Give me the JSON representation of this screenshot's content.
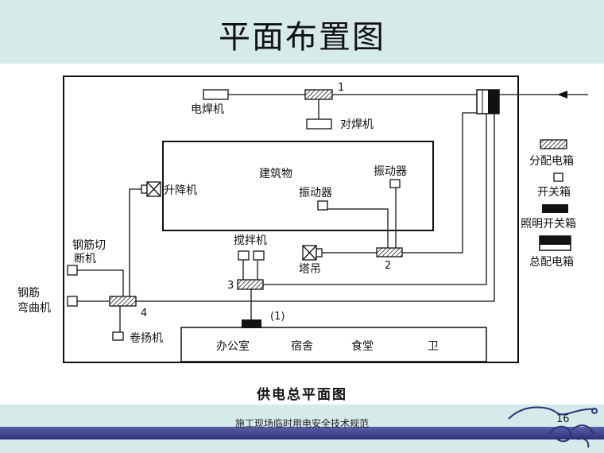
{
  "title": "平面布置图",
  "caption": "供电总平面图",
  "footer": {
    "text": "施工现场临时用电安全技术规范",
    "page_number": "16"
  },
  "labels": {
    "welder": "电焊机",
    "butt_welder": "对焊机",
    "building": "建筑物",
    "vibrator_a": "振动器",
    "vibrator_b": "振动器",
    "hoist": "升降机",
    "rebar_cutter_l1": "钢筋切",
    "rebar_cutter_l2": "断机",
    "mixer": "搅拌机",
    "tower_crane": "塔吊",
    "rebar_bender_l1": "钢筋",
    "rebar_bender_l2": "弯曲机",
    "winch": "卷扬机",
    "office": "办公室",
    "dorm": "宿舍",
    "canteen": "食堂",
    "toilet": "卫",
    "num_1": "1",
    "num_2": "2",
    "num_3": "3",
    "num_4": "4",
    "num_p1": "(1)"
  },
  "legend": [
    {
      "label": "分配电箱",
      "symbol": "hatched-box"
    },
    {
      "label": "开关箱",
      "symbol": "open-box"
    },
    {
      "label": "照明开关箱",
      "symbol": "filled-box"
    },
    {
      "label": "总配电箱",
      "symbol": "half-filled-box"
    }
  ],
  "colors": {
    "header_bg": "#d6eaea",
    "stripe": "#3a3d8a",
    "line": "#111111"
  }
}
